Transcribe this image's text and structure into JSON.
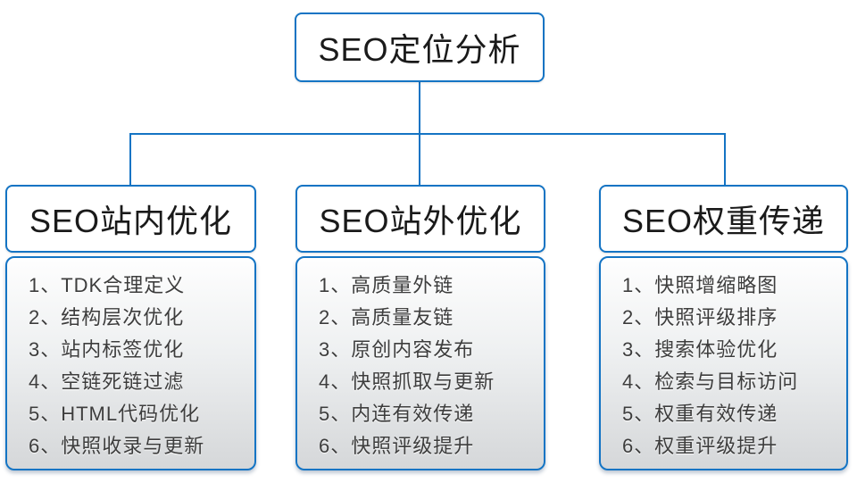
{
  "colors": {
    "accent": "#1474c4",
    "header_text": "#1a1a1a",
    "list_text": "#3d3d3d",
    "background": "#ffffff"
  },
  "root": {
    "title": "SEO定位分析"
  },
  "columns": [
    {
      "title": "SEO站内优化",
      "items": [
        "1、TDK合理定义",
        "2、结构层次优化",
        "3、站内标签优化",
        "4、空链死链过滤",
        "5、HTML代码优化",
        "6、快照收录与更新"
      ]
    },
    {
      "title": "SEO站外优化",
      "items": [
        "1、高质量外链",
        "2、高质量友链",
        "3、原创内容发布",
        "4、快照抓取与更新",
        "5、内连有效传递",
        "6、快照评级提升"
      ]
    },
    {
      "title": "SEO权重传递",
      "items": [
        "1、快照增缩略图",
        "2、快照评级排序",
        "3、搜索体验优化",
        "4、检索与目标访问",
        "5、权重有效传递",
        "6、权重评级提升"
      ]
    }
  ]
}
